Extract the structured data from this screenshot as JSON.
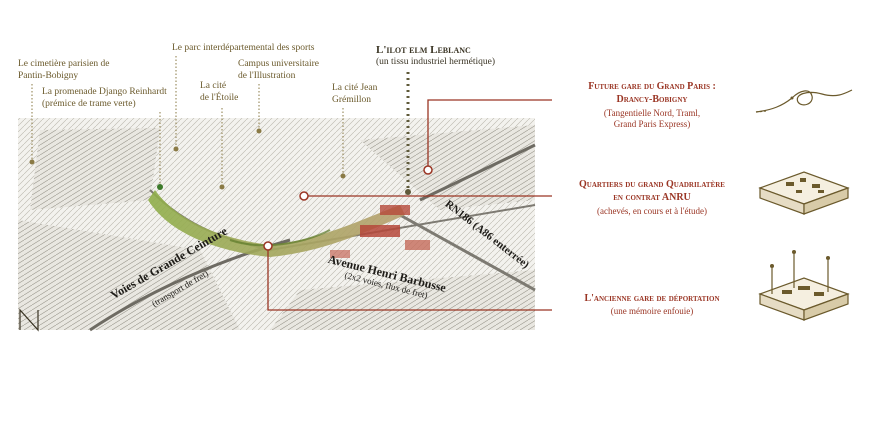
{
  "labels": {
    "cimetiere": [
      "Le cimetière parisien de",
      "Pantin-Bobigny"
    ],
    "parc": "Le parc interdépartemental des sports",
    "ilot_title": "L'ilot elm Leblanc",
    "ilot_sub": "(un tissu industriel hermétique)",
    "promenade": [
      "La promenade Django Reinhardt",
      "(prémice de trame verte)"
    ],
    "cite_etoile": [
      "La cité",
      "de l'Étoile"
    ],
    "campus": [
      "Campus universitaire",
      "de l'Illustration"
    ],
    "cite_jean": [
      "La cité Jean",
      "Grémillon"
    ]
  },
  "map_labels": {
    "voies": "Voies de Grande Ceinture",
    "voies_sub": "(transport de fret)",
    "avenue": "Avenue Henri Barbusse",
    "avenue_sub": "(2x2 voies, flux de fret)",
    "rn186": "RN186 (A86 enterrée)"
  },
  "callouts": [
    {
      "title": [
        "Future gare du Grand Paris :",
        "Drancy-Bobigny"
      ],
      "sub": [
        "(Tangentielle Nord, Traml,",
        "Grand Paris Express)"
      ],
      "icon": "route-icon"
    },
    {
      "title": [
        "Quartiers du grand Quadrilatère",
        "en contrat ANRU"
      ],
      "sub": [
        "(achevés, en cours et à l'étude)"
      ],
      "icon": "district-block-icon"
    },
    {
      "title": [
        "L'ancienne gare de déportation"
      ],
      "sub": [
        "(une mémoire enfouie)"
      ],
      "icon": "memorial-block-icon"
    }
  ],
  "colors": {
    "accent": "#9a3524",
    "label": "#6b5a2c",
    "green": "#7a9a3a"
  }
}
